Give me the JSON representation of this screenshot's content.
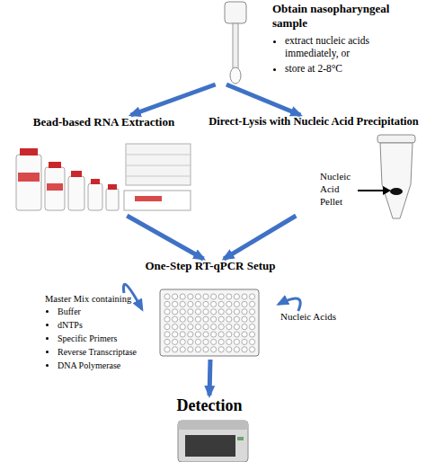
{
  "diagram": {
    "nodes": [
      {
        "text": [
          "Obtain nasopharyngeal sample",
          "extract nucleic acids immediately, or",
          "store at 2-8°C"
        ]
      },
      {
        "text": [
          "Bead-based RNA Extraction"
        ]
      },
      {
        "text": [
          "Direct-Lysis with Nucleic Acid Precipitation"
        ]
      },
      {
        "text": [
          "One-Step RT-qPCR Setup"
        ]
      },
      {
        "text": [
          "Master Mix containing",
          "Buffer",
          "dNTPs",
          "Specific Primers",
          "Reverse Transcriptase",
          "DNA Polymerase"
        ]
      },
      {
        "text": [
          "Nucleic Acids"
        ]
      },
      {
        "text": [
          "Detection"
        ]
      }
    ],
    "edges": [
      {
        "from": 0,
        "to": 1,
        "arrow": "to"
      },
      {
        "from": 0,
        "to": 2,
        "arrow": "to"
      },
      {
        "from": 1,
        "to": 3,
        "arrow": "to"
      },
      {
        "from": 2,
        "to": 3,
        "arrow": "to"
      },
      {
        "from": 4,
        "to": 3,
        "arrow": "to"
      },
      {
        "from": 5,
        "to": 3,
        "arrow": "to"
      },
      {
        "from": 3,
        "to": 6,
        "arrow": "to"
      }
    ],
    "labels": [
      "Nucleic Acid Pellet"
    ]
  }
}
